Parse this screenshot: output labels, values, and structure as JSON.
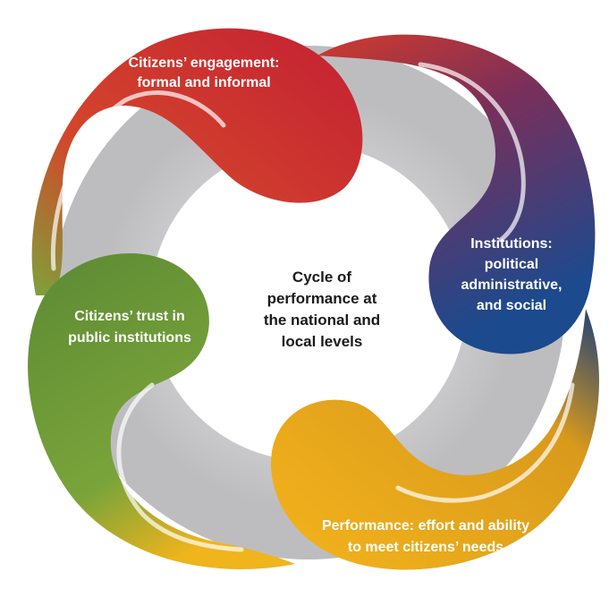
{
  "center": {
    "lines": [
      "Cycle of",
      "performance at",
      "the national and",
      "local levels"
    ]
  },
  "petals": [
    {
      "id": "engagement",
      "lines": [
        "Citizens’ engagement:",
        "formal and informal"
      ],
      "color": "#c8202f"
    },
    {
      "id": "institutions",
      "lines": [
        "Institutions:",
        "political",
        "administrative,",
        "and social"
      ],
      "color": "#1d4488"
    },
    {
      "id": "performance",
      "lines": [
        "Performance: effort and ability",
        "to meet citizens’ needs"
      ],
      "color": "#f2a81d"
    },
    {
      "id": "trust",
      "lines": [
        "Citizens’ trust in",
        "public institutions"
      ],
      "color": "#5e8a35"
    }
  ],
  "colors": {
    "ring": "#c9c9cb",
    "background": "#ffffff"
  }
}
